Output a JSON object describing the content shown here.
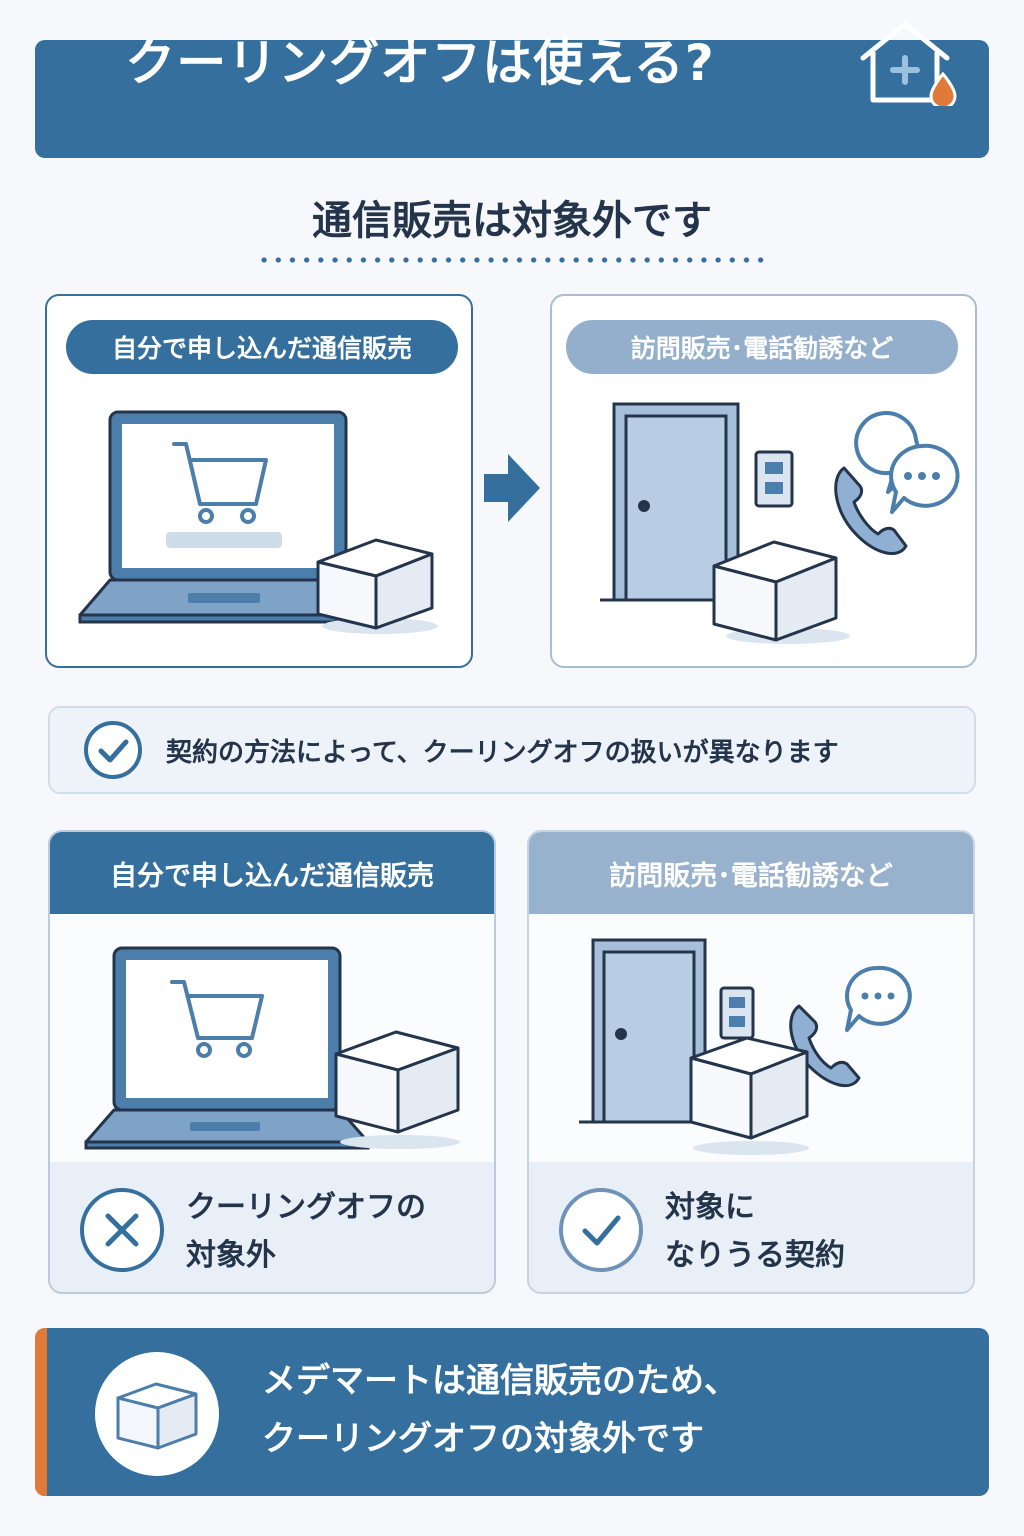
{
  "header": {
    "title": "クーリングオフは使える?"
  },
  "subtitle": "通信販売は対象外です",
  "top_panels": {
    "left_label": "自分で申し込んだ通信販売",
    "right_label": "訪問販売･電話勧誘など"
  },
  "note": {
    "text": "契約の方法によって、クーリングオフの扱いが異なります"
  },
  "cards": {
    "left": {
      "header": "自分で申し込んだ通信販売",
      "result_line1": "クーリングオフの",
      "result_line2": "対象外"
    },
    "right": {
      "header": "訪問販売･電話勧誘など",
      "result_line1": "対象に",
      "result_line2": "なりうる契約"
    }
  },
  "banner": {
    "line1": "メデマートは通信販売のため、",
    "line2": "クーリングオフの対象外です"
  },
  "colors": {
    "primary": "#346f9d",
    "secondary": "#94afcb",
    "accent": "#e07a36"
  },
  "icons": [
    "house-plus-icon",
    "laptop-cart-icon",
    "box-icon",
    "arrow-right-icon",
    "door-icon",
    "intercom-icon",
    "phone-icon",
    "chat-bubble-icon",
    "check-circle-icon",
    "x-circle-icon"
  ]
}
